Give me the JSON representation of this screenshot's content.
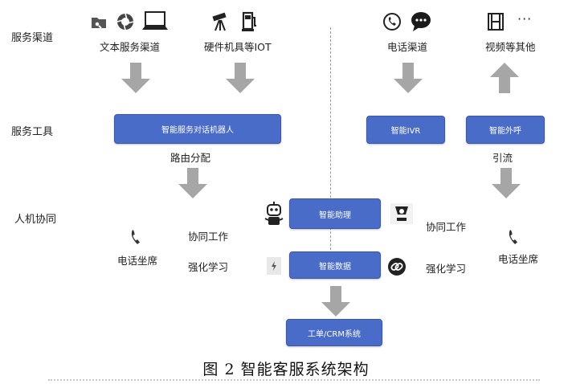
{
  "rows": {
    "channels": "服务渠道",
    "tools": "服务工具",
    "collab": "人机协同"
  },
  "channels": {
    "text": "文本服务渠道",
    "hardware": "硬件机具等IOT",
    "phone": "电话渠道",
    "video": "视频等其他"
  },
  "tools": {
    "robot": "智能服务对话机器人",
    "ivr": "智能IVR",
    "outbound": "智能外呼"
  },
  "labels": {
    "routing": "路由分配",
    "divert": "引流",
    "collab_left": "协同工作",
    "learn_left": "强化学习",
    "agent_left": "电话坐席",
    "collab_right": "协同工作",
    "learn_right": "强化学习",
    "agent_right": "电话坐席"
  },
  "center": {
    "assistant": "智能助理",
    "data": "智能数据",
    "crm": "工单/CRM系统"
  },
  "caption": "图 2 智能客服系统架构",
  "colors": {
    "box": "#4a6cc9",
    "arrow": "#a6a6a6"
  },
  "icons": [
    "folder-search-icon",
    "aperture-icon",
    "laptop-icon",
    "telescope-icon",
    "fuel-pump-icon",
    "phone-circle-icon",
    "chat-bubble-icon",
    "film-icon",
    "ellipsis-icon",
    "robot-icon",
    "headset-icon",
    "handset-icon",
    "plug-icon",
    "link-icon"
  ]
}
